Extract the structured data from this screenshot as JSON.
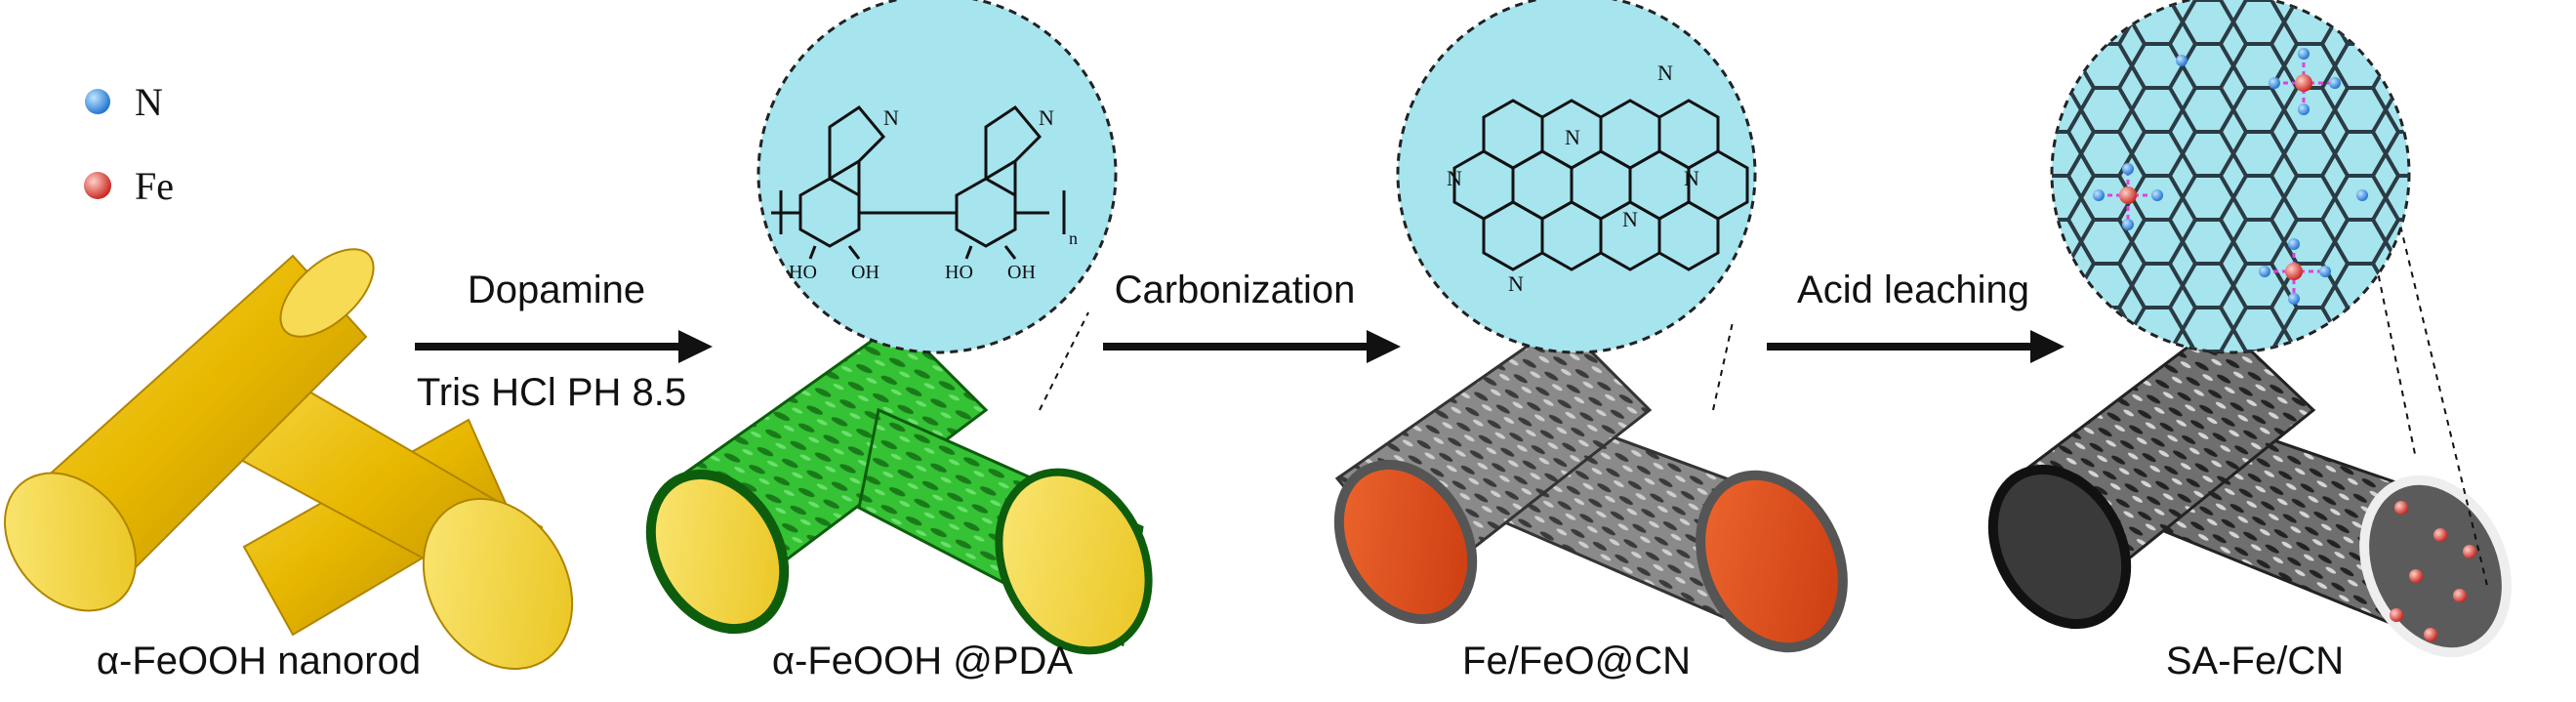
{
  "legend": [
    {
      "symbol": "N",
      "color": "#2f8fe6"
    },
    {
      "symbol": "Fe",
      "color": "#e23a2c"
    }
  ],
  "steps": [
    {
      "label": "Dopamine",
      "condition": "Tris HCl PH 8.5"
    },
    {
      "label": "Carbonization",
      "condition": ""
    },
    {
      "label": "Acid leaching",
      "condition": ""
    }
  ],
  "stages": [
    {
      "label": "α-FeOOH nanorod",
      "shell_color": "#e6b800",
      "core_color": "#f0c808"
    },
    {
      "label": "α-FeOOH @PDA",
      "shell_color": "#2db82d",
      "core_color": "#f0c808"
    },
    {
      "label": "Fe/FeO@CN",
      "shell_color": "#6e6e6e",
      "core_color": "#e0501e"
    },
    {
      "label": "SA-Fe/CN",
      "shell_color": "#4a4a4a",
      "core_color": "#8a8a8a"
    }
  ],
  "molecule_labels": {
    "pda_n": "N",
    "pda_oh": "HO",
    "pda_oh2": "OH",
    "pda_n_sub": "n",
    "cn_n": "N"
  },
  "zoom_color": "#a6e4ee"
}
